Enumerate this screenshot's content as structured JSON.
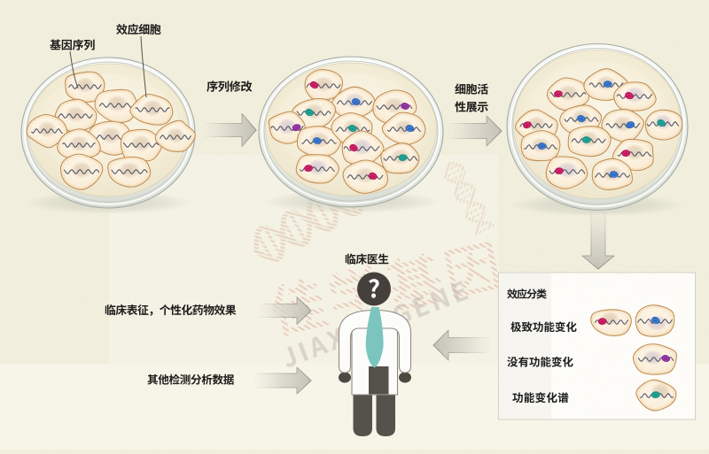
{
  "labels": {
    "gene_sequence": "基因序列",
    "effector_cell": "效应细胞",
    "sequence_edit": "序列修改",
    "activity_line1": "细胞活",
    "activity_line2": "性展示",
    "clinical_inputs": "临床表征，个性化药物效果",
    "other_data": "其他检测分析数据"
  },
  "doctor": {
    "label": "临床医生",
    "head_symbol": "?"
  },
  "classification": {
    "title": "效应分类",
    "items": [
      {
        "label": "极致功能变化"
      },
      {
        "label": "没有功能变化"
      },
      {
        "label": "功能变化谱"
      }
    ]
  },
  "watermark": {
    "cn": "佳学基因",
    "en": "JIAXUE GENE"
  },
  "colors": {
    "background": "#f1eedd",
    "dish_medium": "#f2ebd5",
    "cell_outline": "#c08a4e",
    "sequence_line": "#4c5166",
    "marker_crimson": "#c4155c",
    "marker_blue": "#2f6cc3",
    "marker_teal": "#16998a",
    "marker_purple": "#8f2b9e",
    "arrow_gray": "#c3c0b6",
    "tie_teal": "#7cc5bf",
    "box_background": "#fdfcf8",
    "watermark_pink": "#d49a87"
  }
}
